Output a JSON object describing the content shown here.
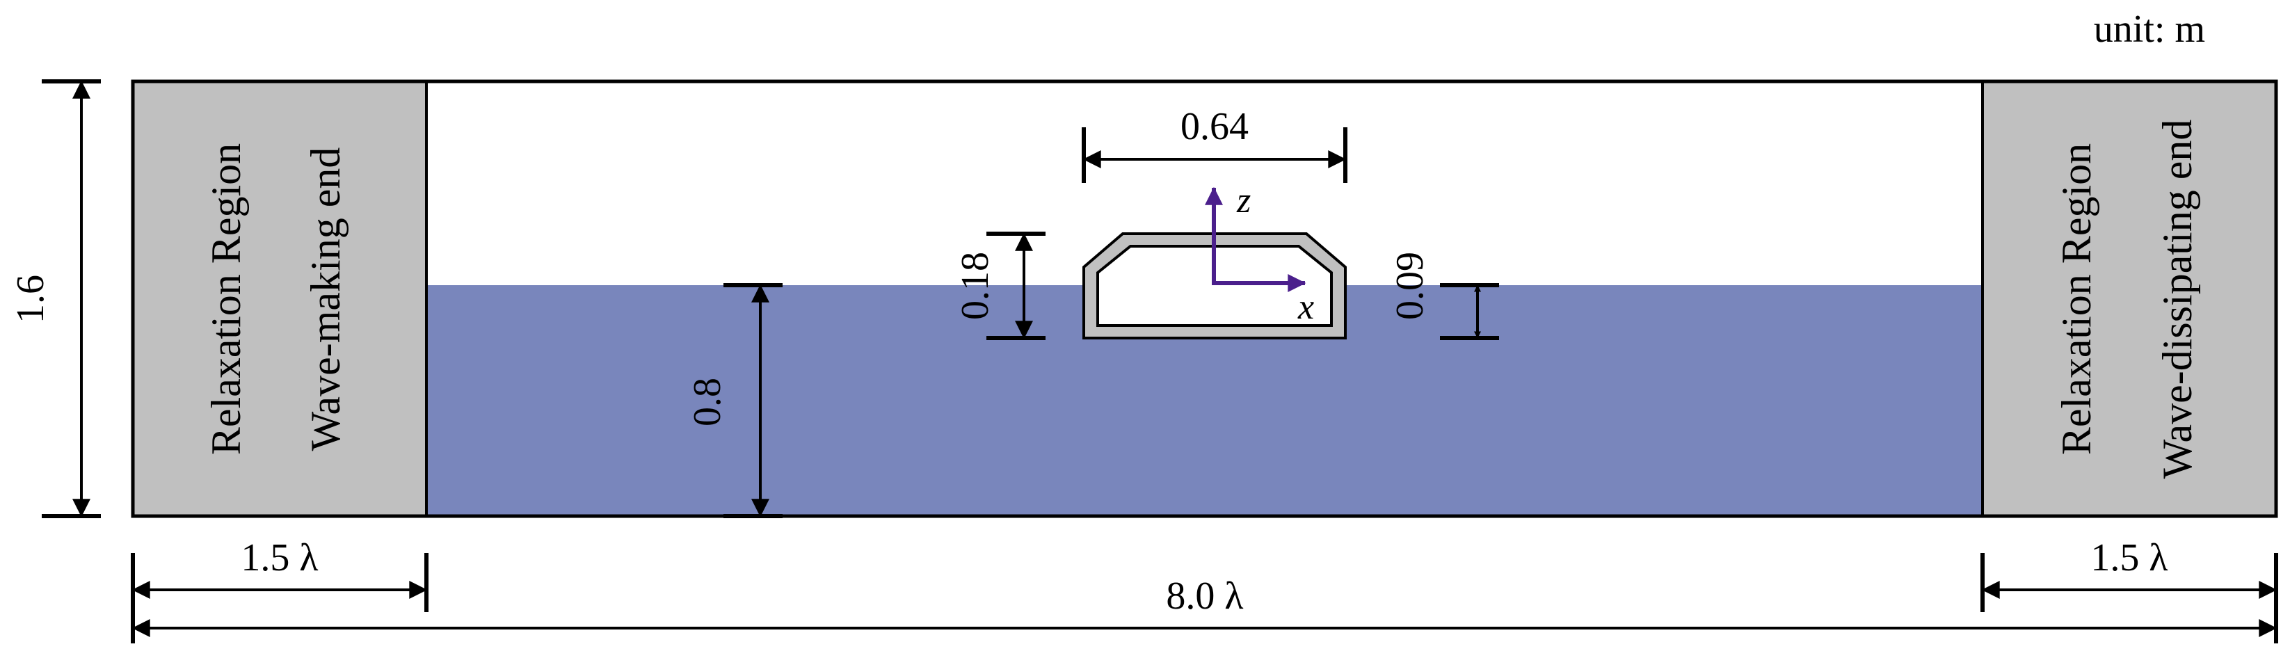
{
  "unit_label": "unit: m",
  "colors": {
    "water": "#7986BC",
    "relaxation_region": "#C0C0C0",
    "outline": "#000000",
    "body_fill": "#FFFFFF",
    "body_shell": "#C0C0C0",
    "axis_arrow": "#4B1F8C"
  },
  "left_region": {
    "title": "Relaxation Region",
    "subtitle": "Wave-making end",
    "width_label": "1.5 λ"
  },
  "right_region": {
    "title": "Relaxation Region",
    "subtitle": "Wave-dissipating end",
    "width_label": "1.5 λ"
  },
  "dimensions": {
    "tank_height": "1.6",
    "water_depth": "0.8",
    "body_width": "0.64",
    "body_height": "0.18",
    "draft": "0.09",
    "total_length": "8.0 λ"
  },
  "axes": {
    "z": "z",
    "x": "x"
  }
}
